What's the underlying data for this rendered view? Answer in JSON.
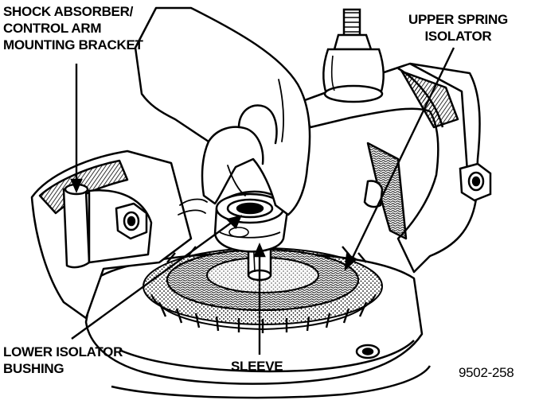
{
  "labels": {
    "shock_absorber_bracket": [
      "SHOCK ABSORBER/",
      "CONTROL ARM",
      "MOUNTING BRACKET"
    ],
    "upper_spring_isolator": [
      "UPPER SPRING",
      "ISOLATOR"
    ],
    "lower_isolator_bushing": [
      "LOWER ISOLATOR",
      "BUSHING"
    ],
    "sleeve": "SLEEVE",
    "figure_number": "9502-258"
  },
  "colors": {
    "ink": "#000000",
    "paper": "#ffffff"
  }
}
